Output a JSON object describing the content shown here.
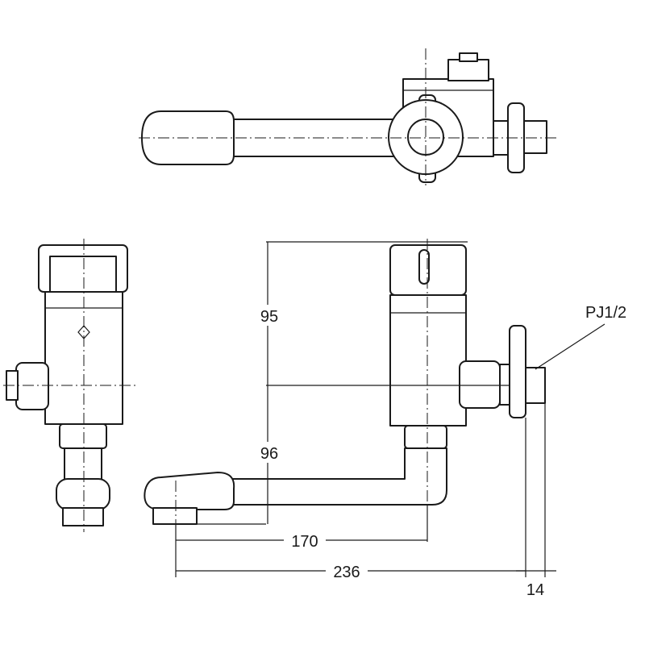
{
  "dimensions": {
    "height_upper": "95",
    "height_lower": "96",
    "spout_offset": "170",
    "overall_length": "236",
    "flange_thickness": "14"
  },
  "thread_spec": "PJ1/2"
}
